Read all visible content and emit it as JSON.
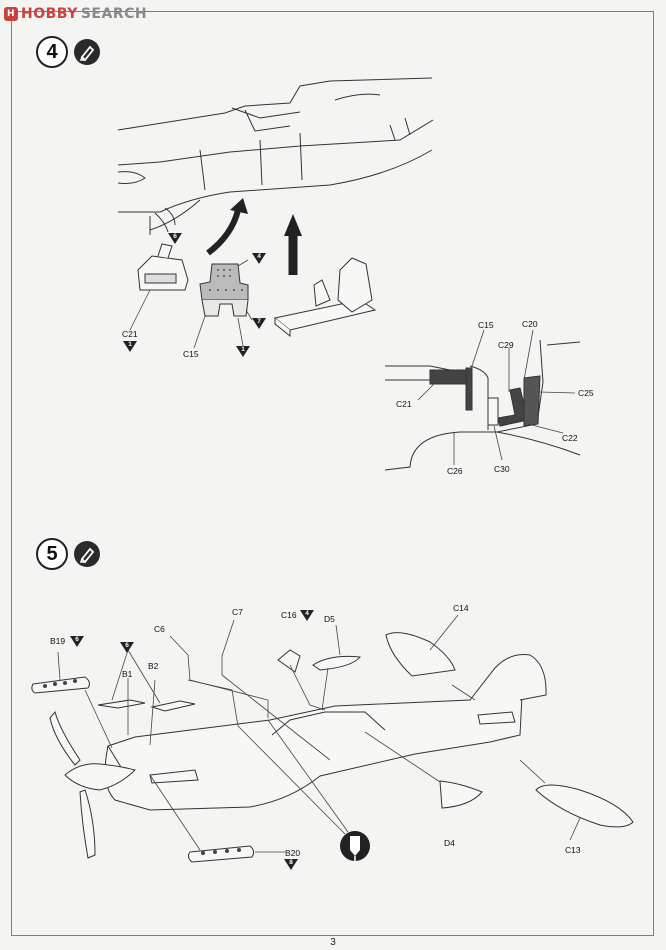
{
  "watermark": {
    "brand": "HOBBY",
    "suffix": "SEARCH"
  },
  "steps": [
    {
      "number": "4"
    },
    {
      "number": "5"
    }
  ],
  "step4_labels": {
    "c21": "C21",
    "c15": "C15",
    "detail_c15": "C15",
    "detail_c20": "C20",
    "detail_c29": "C29",
    "detail_c25": "C25",
    "detail_c21": "C21",
    "detail_c22": "C22",
    "detail_c26": "C26",
    "detail_c30": "C30"
  },
  "step4_markers": {
    "m1": "6",
    "m2": "4",
    "m3": "1",
    "m4": "7",
    "m5": "1"
  },
  "step5_labels": {
    "b19": "B19",
    "c6": "C6",
    "c7": "C7",
    "c16": "C16",
    "d5": "D5",
    "c14": "C14",
    "b1": "B1",
    "b2": "B2",
    "b20": "B20",
    "d4": "D4",
    "c13": "C13"
  },
  "step5_markers": {
    "b19m": "6",
    "b1m": "6",
    "c16m": "4",
    "b20m": "8"
  },
  "page_number": "3"
}
